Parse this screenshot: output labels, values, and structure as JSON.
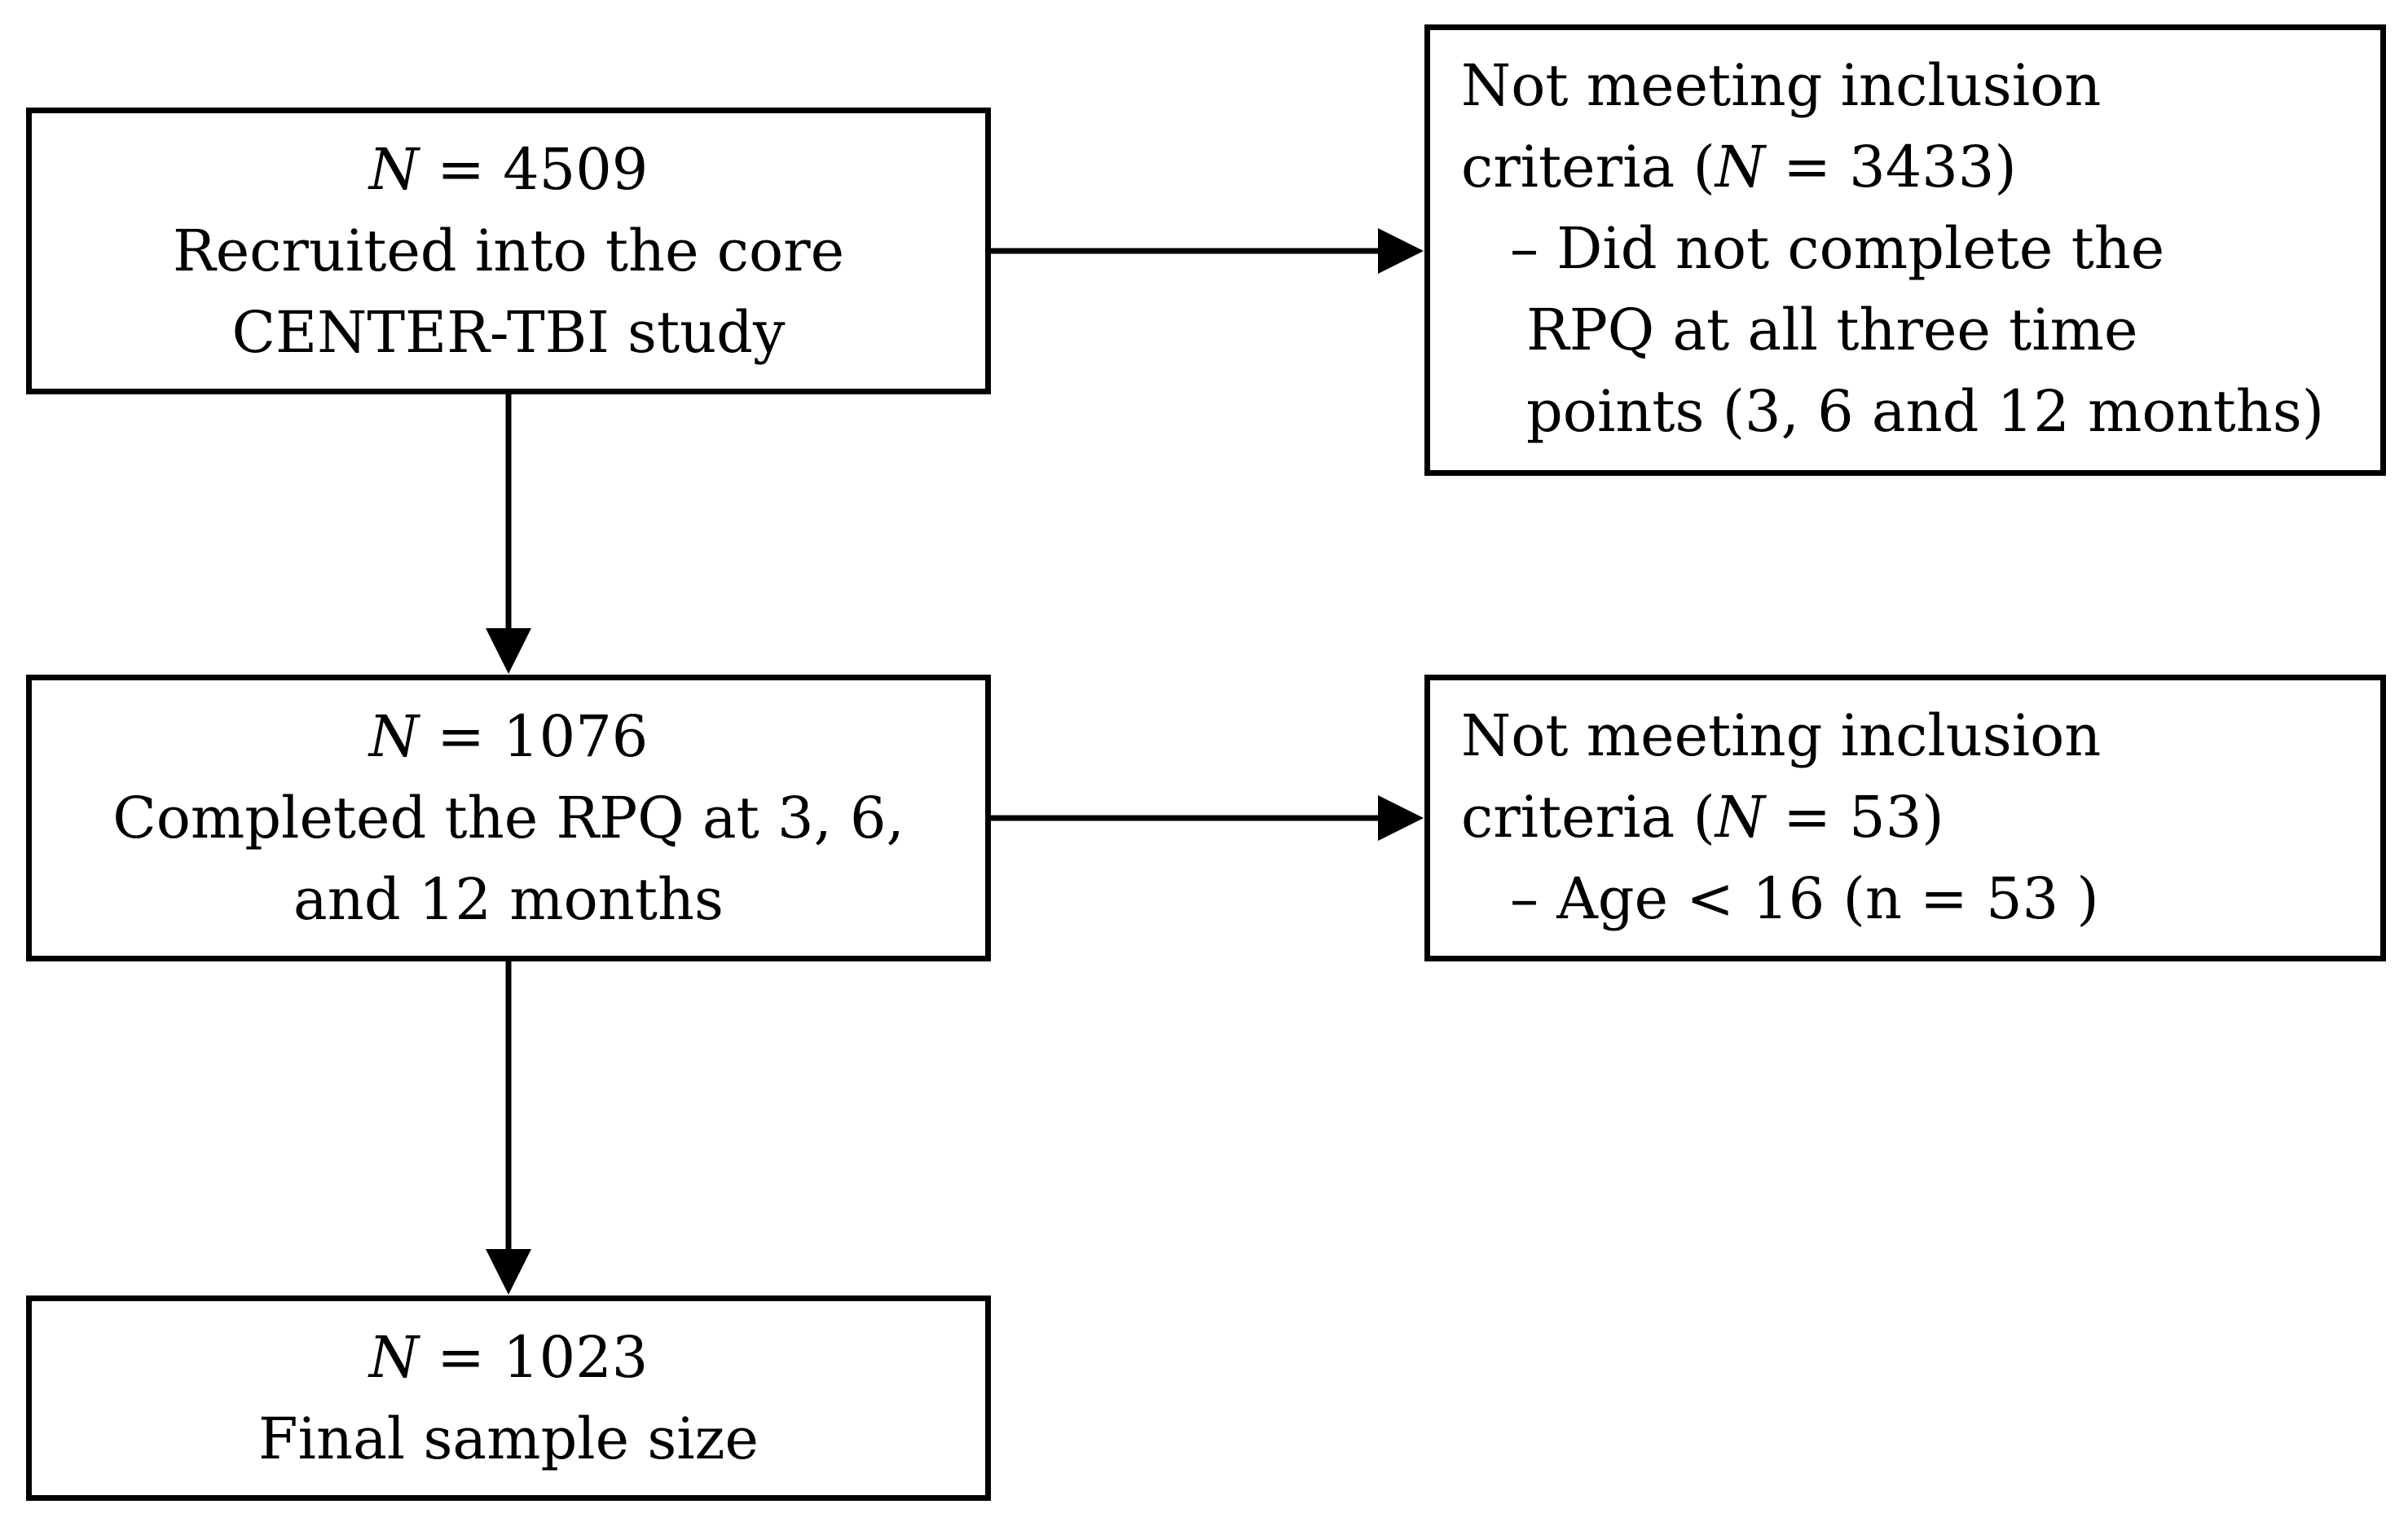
{
  "boxes": {
    "recruited": {
      "n_symbol": "N",
      "n_value": " = 4509",
      "line2": "Recruited into the core",
      "line3": "CENTER-TBI study"
    },
    "completed": {
      "n_symbol": "N",
      "n_value": " = 1076",
      "line2": "Completed the RPQ at 3, 6,",
      "line3": "and 12 months"
    },
    "final": {
      "n_symbol": "N",
      "n_value": " = 1023",
      "line2": "Final sample size"
    },
    "exclusion1": {
      "line1": "Not meeting inclusion",
      "line2_pre": "criteria (",
      "n_symbol": "N",
      "line2_post": " = 3433)",
      "line3": "– Did not complete the",
      "line4": "RPQ at all three time",
      "line5": "points (3, 6 and 12 months)"
    },
    "exclusion2": {
      "line1": "Not meeting inclusion",
      "line2_pre": "criteria (",
      "n_symbol": "N",
      "line2_post": " = 53)",
      "line3": "– Age < 16 (n = 53 )"
    }
  }
}
